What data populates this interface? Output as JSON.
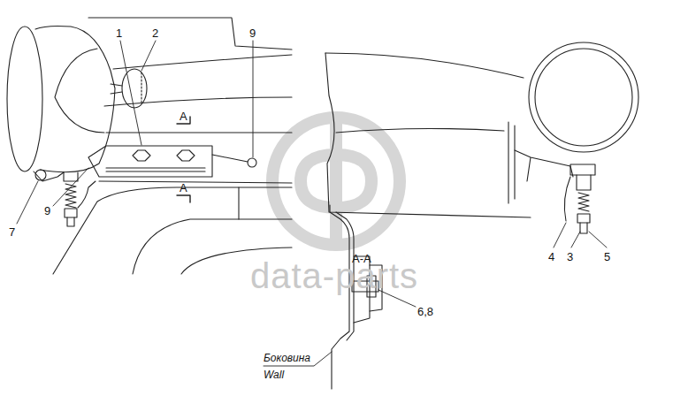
{
  "diagram": {
    "labels": [
      "1",
      "2",
      "9",
      "A",
      "A",
      "7",
      "9",
      "A-A",
      "4",
      "3",
      "5",
      "6,8",
      "Боковина",
      "Wall",
      "data-parts"
    ]
  }
}
